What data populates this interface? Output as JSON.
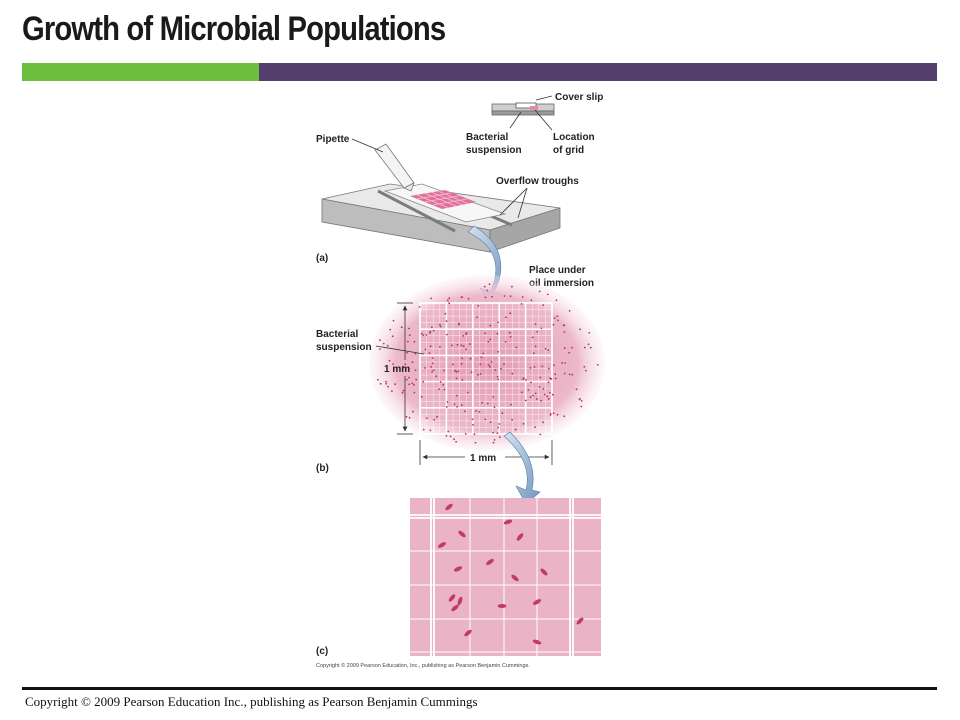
{
  "slide": {
    "title": "Growth of Microbial Populations",
    "footer": "Copyright © 2009 Pearson Education Inc., publishing as Pearson Benjamin Cummings",
    "colors": {
      "accent_green": "#6cbe3c",
      "accent_purple": "#533e6e",
      "pink": "#e6a6bd",
      "cell": "#c13a6c"
    }
  },
  "figure": {
    "labels": {
      "cover_slip": "Cover slip",
      "pipette": "Pipette",
      "bacterial_suspension_a": [
        "Bacterial",
        "suspension"
      ],
      "location_of_grid": [
        "Location",
        "of grid"
      ],
      "overflow_troughs": "Overflow troughs",
      "panel_a": "(a)",
      "place_under": [
        "Place under",
        "oil immersion"
      ],
      "bacterial_suspension_b": [
        "Bacterial",
        "suspension"
      ],
      "one_mm_vertical": "1 mm",
      "one_mm_horizontal": "1 mm",
      "panel_b": "(b)",
      "panel_c": "(c)",
      "figure_copyright": "Copyright © 2009 Pearson Education, Inc., publishing as Pearson Benjamin Cummings."
    }
  }
}
